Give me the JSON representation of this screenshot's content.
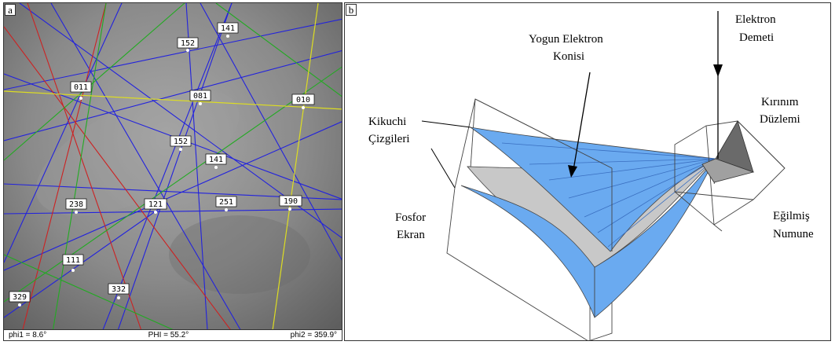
{
  "panel_a": {
    "label": "a",
    "indices": {
      "i141_top": "141",
      "i152_top": "152",
      "i011": "011",
      "i081": "081",
      "i010": "010",
      "i152_mid": "152",
      "i141_mid": "141",
      "i238": "238",
      "i121": "121",
      "i251": "251",
      "i190": "190",
      "i111": "111",
      "i332": "332",
      "i329": "329"
    },
    "status": {
      "phi1": "phi1 =  8.6°",
      "PHI": "PHI = 55.2°",
      "phi2": "phi2 = 359.9°"
    },
    "line_colors": {
      "blue": "#2222dd",
      "red": "#cc2222",
      "green": "#22aa22",
      "yellow": "#dddd22"
    }
  },
  "panel_b": {
    "label": "b",
    "labels": {
      "yogun_1": "Yogun Elektron",
      "yogun_2": "Konisi",
      "elektron_1": "Elektron",
      "elektron_2": "Demeti",
      "kirinim_1": "Kırınım",
      "kirinim_2": "Düzlemi",
      "kikuchi_1": "Kikuchi",
      "kikuchi_2": "Çizgileri",
      "fosfor_1": "Fosfor",
      "fosfor_2": "Ekran",
      "egilmis_1": "Eğilmiş",
      "egilmis_2": "Numune"
    },
    "colors": {
      "cone_blue": "#6aaaf0",
      "gray": "#c8c8c8",
      "dark_gray": "#6a6a6a"
    }
  }
}
